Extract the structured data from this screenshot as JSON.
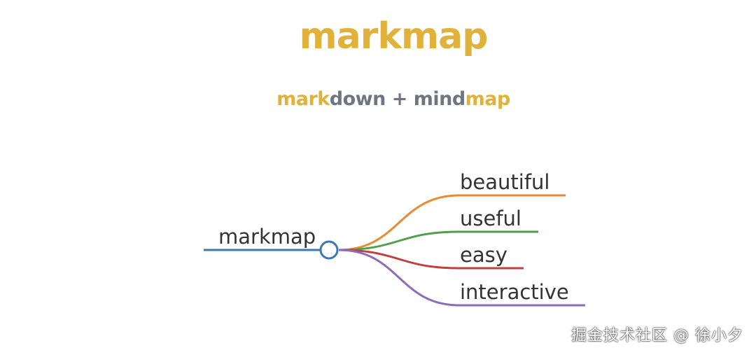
{
  "header": {
    "title": "markmap",
    "subtitle": {
      "part1": "mark",
      "part2": "down + mind",
      "part3": "map"
    }
  },
  "mindmap": {
    "root": {
      "label": "markmap",
      "color": "#3b78b3"
    },
    "children": [
      {
        "label": "beautiful",
        "color": "#ea8a31"
      },
      {
        "label": "useful",
        "color": "#4ea14a"
      },
      {
        "label": "easy",
        "color": "#c2403b"
      },
      {
        "label": "interactive",
        "color": "#8f6cba"
      }
    ]
  },
  "colors": {
    "accent": "#e0b23c",
    "muted": "#6e7682"
  },
  "watermark": "掘金技术社区 @ 徐小夕"
}
